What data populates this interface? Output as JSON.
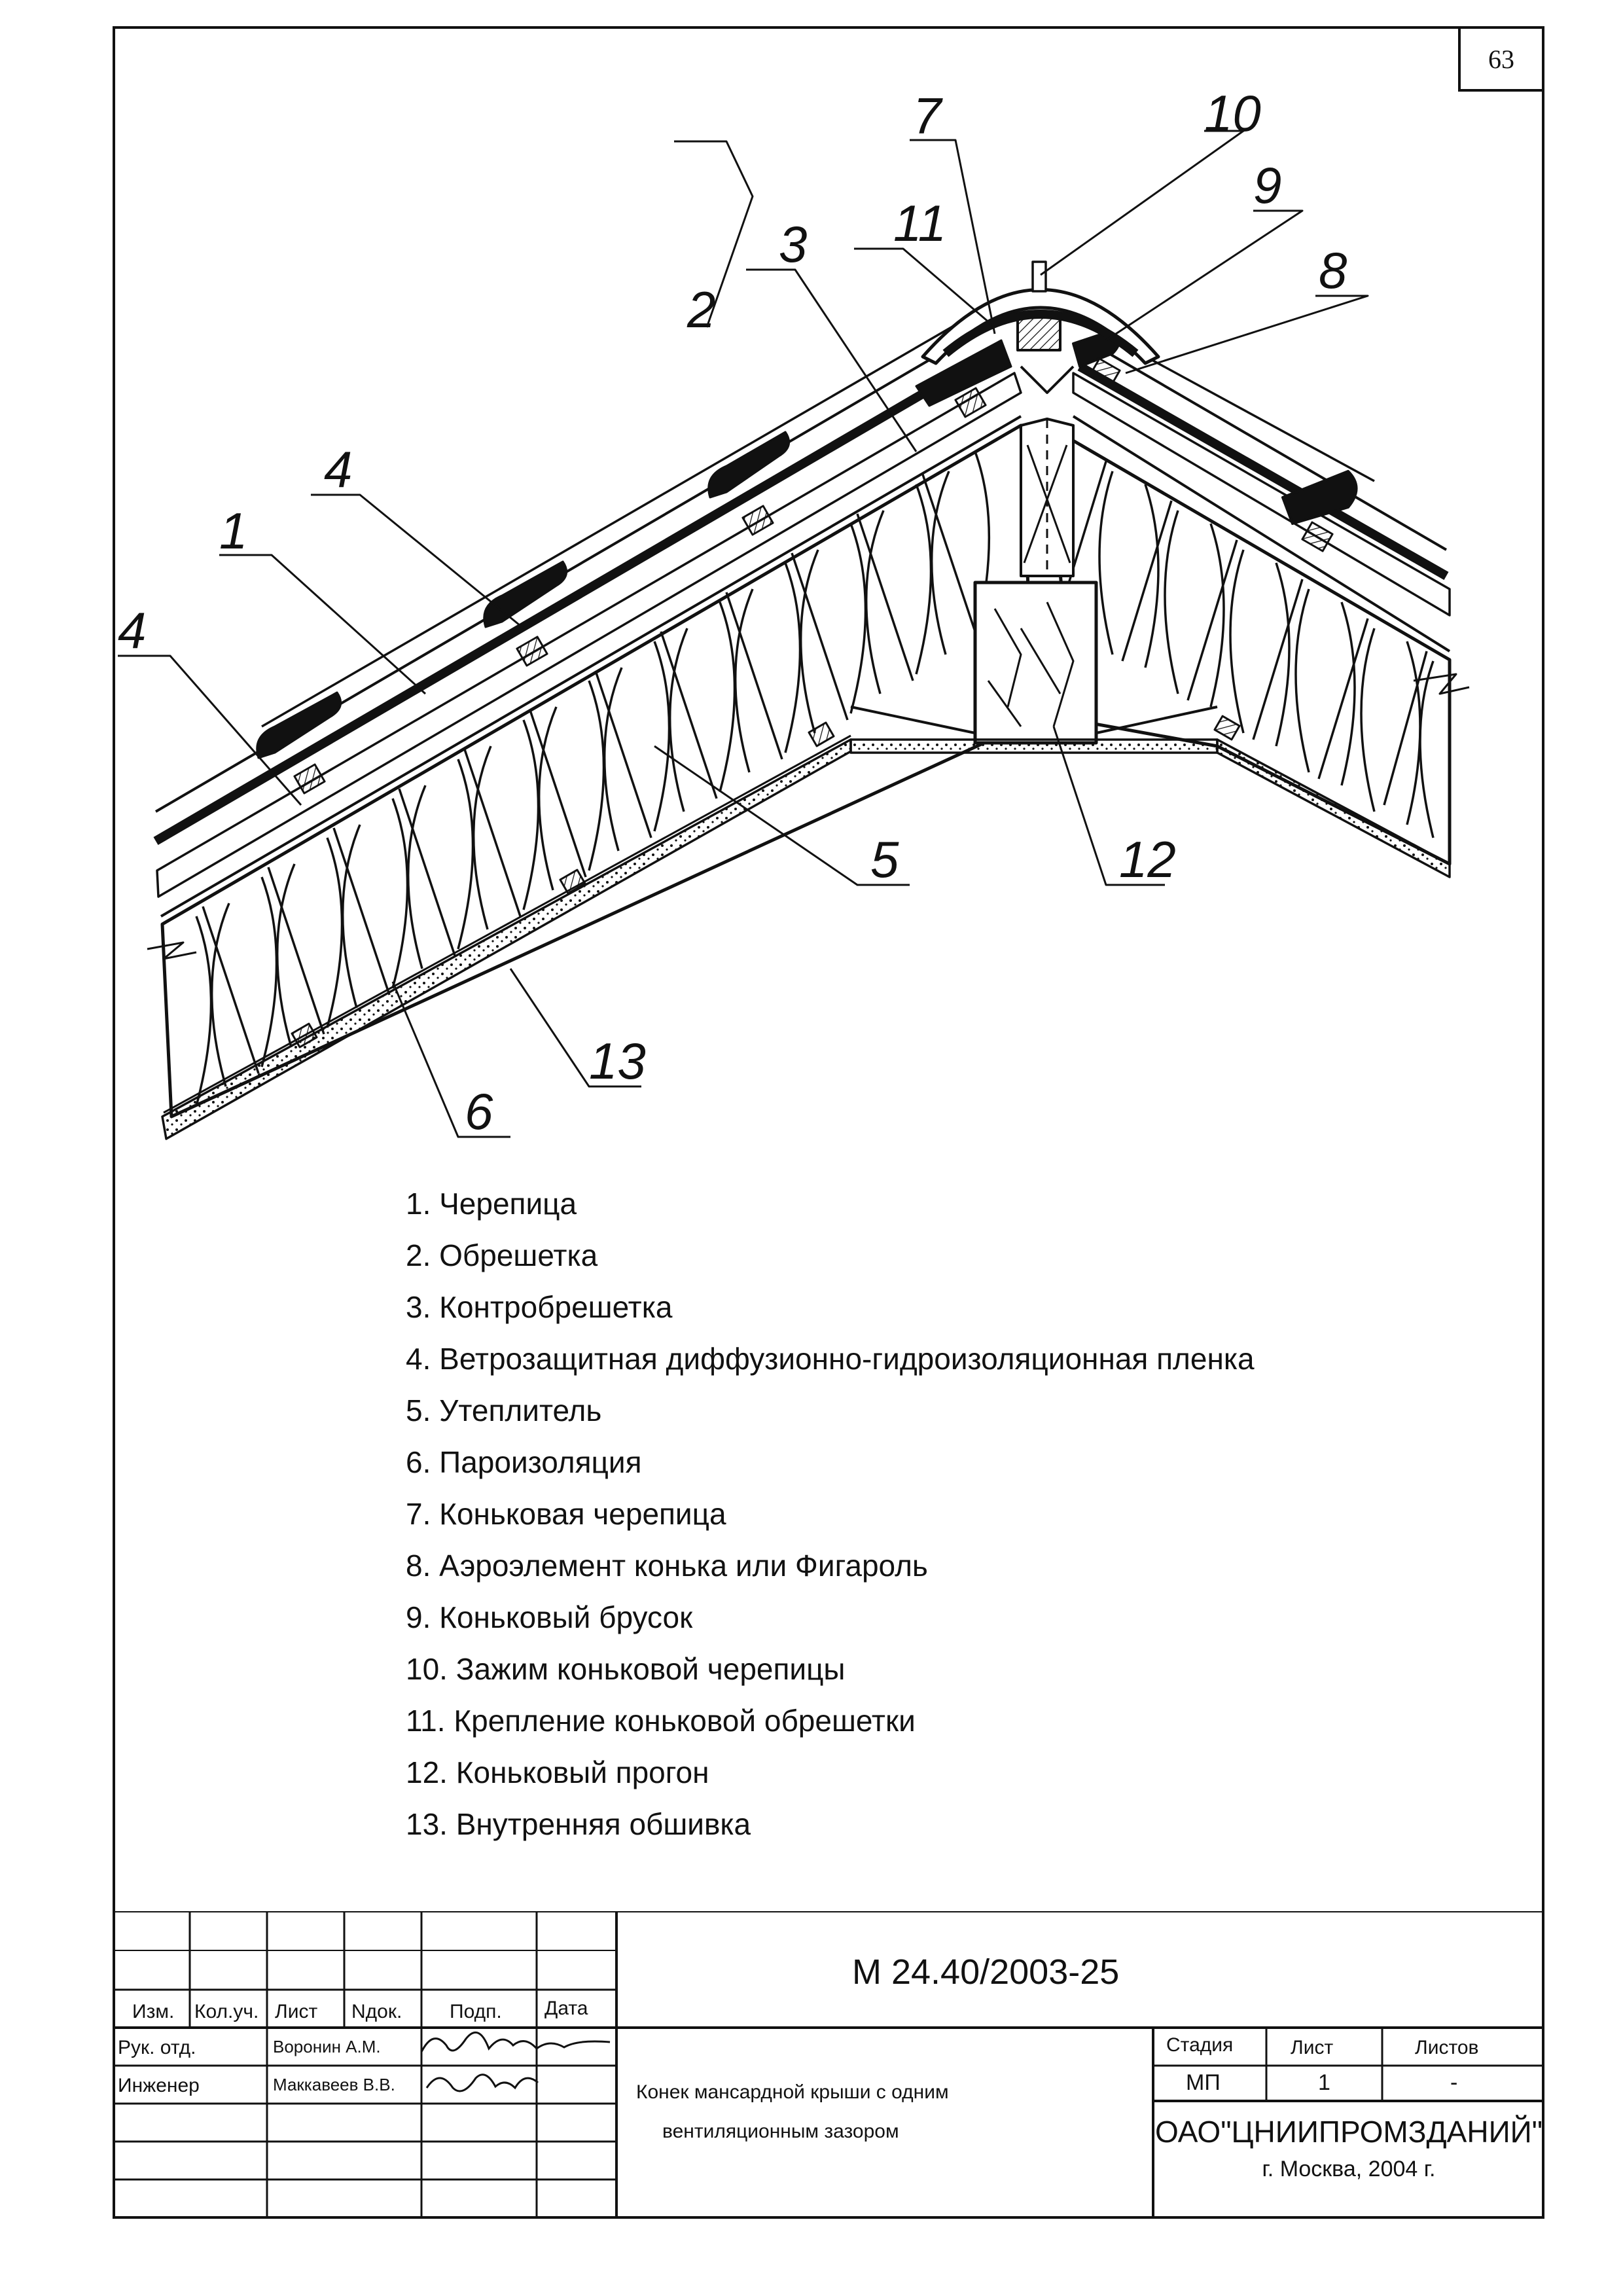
{
  "sheet": {
    "page_number": "63"
  },
  "callouts": {
    "c1": "1",
    "c2": "2",
    "c3": "3",
    "c4a": "4",
    "c4b": "4",
    "c5": "5",
    "c6": "6",
    "c7": "7",
    "c8": "8",
    "c9": "9",
    "c10": "10",
    "c11": "11",
    "c12": "12",
    "c13": "13"
  },
  "legend": [
    "1. Черепица",
    "2. Обрешетка",
    "3. Контробрешетка",
    "4. Ветрозащитная диффузионно-гидроизоляционная пленка",
    "5. Утеплитель",
    "6. Пароизоляция",
    "7. Коньковая черепица",
    "8. Аэроэлемент конька или Фигароль",
    "9. Коньковый брусок",
    "10. Зажим коньковой черепицы",
    "11. Крепление коньковой обрешетки",
    "12. Коньковый прогон",
    "13. Внутренняя обшивка"
  ],
  "title_block": {
    "document_code": "М 24.40/2003-25",
    "headers": {
      "izm": "Изм.",
      "kol_uch": "Кол.уч.",
      "list": "Лист",
      "ndok": "Nдок.",
      "podp": "Подп.",
      "data": "Дата"
    },
    "roles": [
      {
        "role": "Рук. отд.",
        "name": "Воронин А.М."
      },
      {
        "role": "Инженер",
        "name": "Маккавеев В.В."
      }
    ],
    "title_line1": "Конек мансардной крыши с одним",
    "title_line2": "вентиляционным зазором",
    "stage_header": "Стадия",
    "sheet_header": "Лист",
    "sheets_header": "Листов",
    "stage": "МП",
    "sheet": "1",
    "sheets": "-",
    "organization": "ОАО\"ЦНИИПРОМЗДАНИЙ\"",
    "city_year": "г. Москва, 2004 г."
  }
}
